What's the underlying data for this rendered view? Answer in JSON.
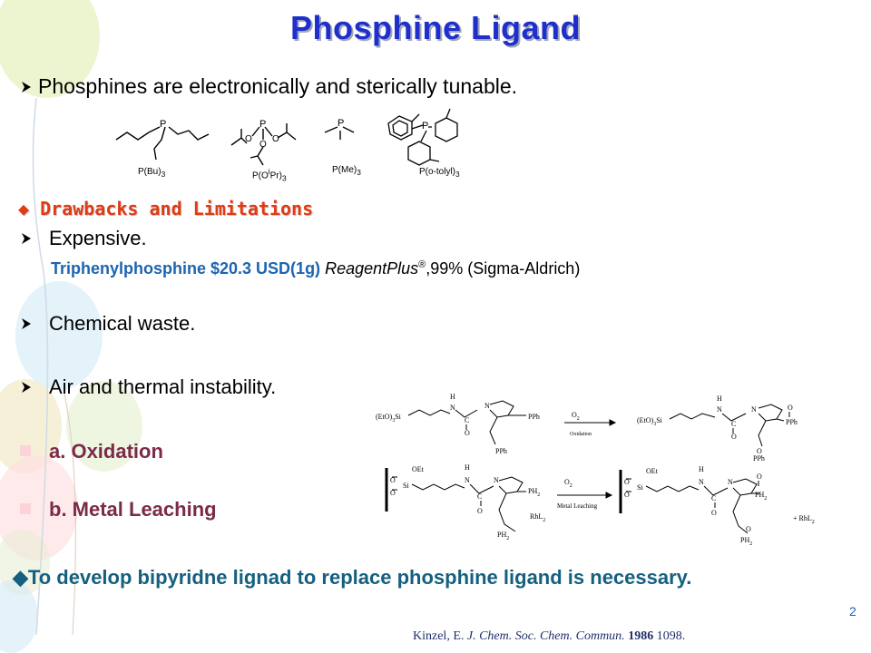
{
  "slide": {
    "title": "Phosphine Ligand",
    "intro": "Phosphines are electronically and sterically tunable.",
    "ligands": [
      {
        "label": "P(Bu)",
        "sub": "3"
      },
      {
        "label": "P(O",
        "sup": "i",
        "label2": "Pr)",
        "sub": "3"
      },
      {
        "label": "P(Me)",
        "sub": "3"
      },
      {
        "label": "P(o-tolyl)",
        "sub": "3"
      }
    ],
    "drawbacks_heading": "Drawbacks and  Limitations",
    "items": {
      "expensive": "Expensive.",
      "price_bold": "Triphenylphosphine $20.3 USD(1g)",
      "price_italic": "ReagentPlus",
      "price_reg": "®",
      "price_rest": ",99%  (Sigma-Aldrich)",
      "waste": "Chemical waste.",
      "instability": "Air and thermal instability."
    },
    "subitems": {
      "oxidation": "a. Oxidation",
      "leaching": "b. Metal Leaching"
    },
    "conclusion": "To develop bipyridne lignad to replace phosphine ligand is necessary.",
    "page_number": "2",
    "citation": {
      "authors": "Kinzel, E. ",
      "journal": "J. Chem. Soc. Chem. Commun.",
      "year": "1986",
      "pages": "1098."
    },
    "scheme": {
      "eto_si": "(EtO)",
      "si": "Si",
      "h": "H",
      "n": "N",
      "c": "C",
      "o": "O",
      "pph": "PPh",
      "o2": "O",
      "o2_sub": "2",
      "oxidation_label": "Oxidation",
      "oet": "OEt",
      "ph2": "PH",
      "ph2_sub": "2",
      "rhl2": "RhL",
      "rhl2_sub": "2",
      "metal_leaching_label": "Metal Leaching",
      "plus_rhl2": "+  RhL"
    }
  }
}
